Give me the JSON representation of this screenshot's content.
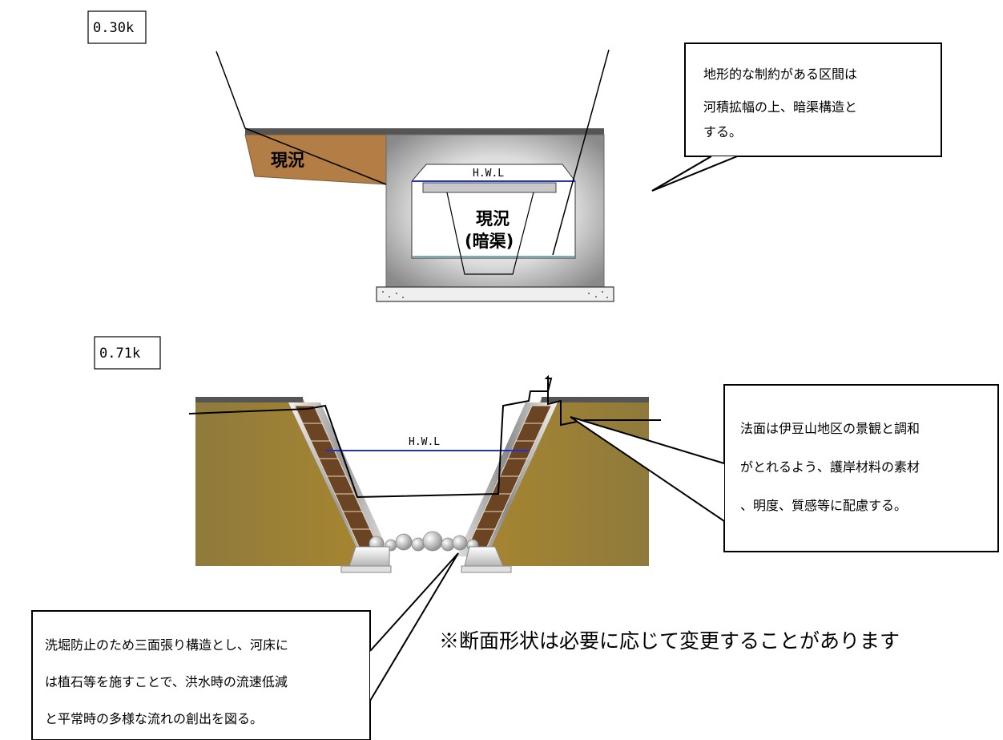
{
  "section1": {
    "km_label": "0.30k",
    "hwl_label": "H.W.L",
    "existing_ground_label": "現況",
    "culvert_label_line1": "現況",
    "culvert_label_line2": "(暗渠)",
    "callout_lines": [
      "地形的な制約がある区間は",
      "河積拡幅の上、暗渠構造と",
      "する。"
    ]
  },
  "section2": {
    "km_label": "0.71k",
    "hwl_label": "H.W.L",
    "callout_right_lines": [
      "法面は伊豆山地区の景観と調和",
      "がとれるよう、護岸材料の素材",
      "、明度、質感等に配慮する。"
    ],
    "callout_left_lines": [
      "洗堀防止のため三面張り構造とし、河床に",
      "は植石等を施すことで、洪水時の流速低減",
      "と平常時の多様な流れの創出を図る。"
    ]
  },
  "footnote": "※断面形状は必要に応じて変更することがあります",
  "colors": {
    "soil": "#b37e46",
    "soil_dark": "#8a7040",
    "concrete": "#9a9a9a",
    "hwl_line": "#2233cc",
    "stone": "#6b4424"
  }
}
